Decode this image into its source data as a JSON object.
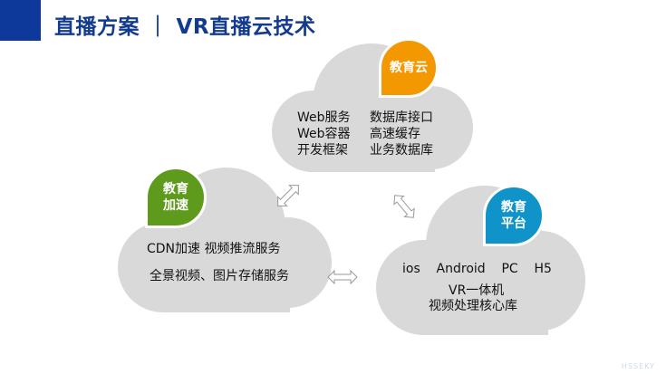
{
  "header": {
    "title": "直播方案 ｜ VR直播云技术"
  },
  "colors": {
    "accent": "#0d3a9a",
    "orange": "#f39800",
    "green": "#5e9a1c",
    "blue": "#0f93c8",
    "cloud": "#d9d9d9"
  },
  "cloud_top": {
    "badge": "教育云",
    "col1": [
      "Web服务",
      "Web容器",
      "开发框架"
    ],
    "col2": [
      "数据库接口",
      "高速缓存",
      "业务数据库"
    ]
  },
  "cloud_left": {
    "badge": [
      "教育",
      "加速"
    ],
    "lines": [
      "CDN加速   视频推流服务",
      "全景视频、图片存储服务"
    ]
  },
  "cloud_right": {
    "badge": [
      "教育",
      "平台"
    ],
    "lines": [
      "ios    Android    PC    H5",
      "VR一体机",
      "视频处理核心库"
    ]
  },
  "watermark": "HSSEKY"
}
